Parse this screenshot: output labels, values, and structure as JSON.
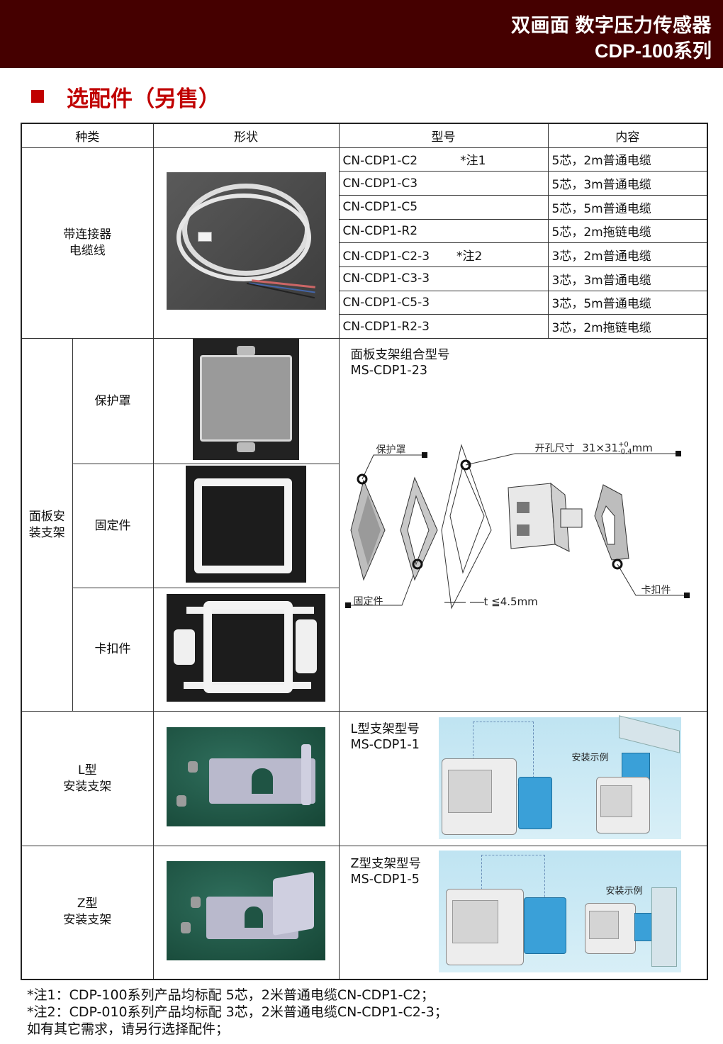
{
  "header": {
    "title_line1": "双画面 数字压力传感器",
    "title_line2": "CDP-100系列",
    "background_color": "#450000"
  },
  "section": {
    "title": "选配件（另售）",
    "accent_color": "#c00000"
  },
  "table": {
    "columns": [
      "种类",
      "形状",
      "型号",
      "内容"
    ],
    "cable": {
      "category": "带连接器\n电缆线",
      "category_line1": "带连接器",
      "category_line2": "电缆线",
      "photo": "connector-cable-photo",
      "rows": [
        {
          "model": "CN-CDP1-C2",
          "note": "*注1",
          "desc": "5芯，2m普通电缆"
        },
        {
          "model": "CN-CDP1-C3",
          "note": "",
          "desc": "5芯，3m普通电缆"
        },
        {
          "model": "CN-CDP1-C5",
          "note": "",
          "desc": "5芯，5m普通电缆"
        },
        {
          "model": "CN-CDP1-R2",
          "note": "",
          "desc": "5芯，2m拖链电缆"
        },
        {
          "model": "CN-CDP1-C2-3",
          "note": "*注2",
          "desc": "3芯，2m普通电缆"
        },
        {
          "model": "CN-CDP1-C3-3",
          "note": "",
          "desc": "3芯，3m普通电缆"
        },
        {
          "model": "CN-CDP1-C5-3",
          "note": "",
          "desc": "3芯，5m普通电缆"
        },
        {
          "model": "CN-CDP1-R2-3",
          "note": "",
          "desc": "3芯，2m拖链电缆"
        }
      ]
    },
    "panel": {
      "category_line1": "面板安",
      "category_line2": "装支架",
      "parts": [
        {
          "name": "保护罩",
          "photo": "protective-cover-photo"
        },
        {
          "name": "固定件",
          "photo": "fixing-frame-photo"
        },
        {
          "name": "卡扣件",
          "photo": "clip-photo"
        }
      ],
      "combo_label_line1": "面板支架组合型号",
      "combo_label_line2": "MS-CDP1-23",
      "diagram": {
        "label_cover": "保护罩",
        "label_fixing": "固定件",
        "label_clip": "卡扣件",
        "cutout_label": "开孔尺寸",
        "cutout_value": "31×31",
        "cutout_tol_upper": "+0",
        "cutout_tol_lower": "-0.4",
        "cutout_unit": "mm",
        "thickness": "t ≦4.5mm"
      }
    },
    "l_bracket": {
      "category_line1": "L型",
      "category_line2": "安装支架",
      "photo": "l-bracket-photo",
      "model_label": "L型支架型号",
      "model": "MS-CDP1-1",
      "example_label": "安装示例"
    },
    "z_bracket": {
      "category_line1": "Z型",
      "category_line2": "安装支架",
      "photo": "z-bracket-photo",
      "model_label": "Z型支架型号",
      "model": "MS-CDP1-5",
      "example_label": "安装示例"
    }
  },
  "footnotes": [
    "*注1：CDP-100系列产品均标配 5芯，2米普通电缆CN-CDP1-C2；",
    "*注2：CDP-010系列产品均标配 3芯，2米普通电缆CN-CDP1-C2-3；",
    " 如有其它需求，请另行选择配件；"
  ]
}
